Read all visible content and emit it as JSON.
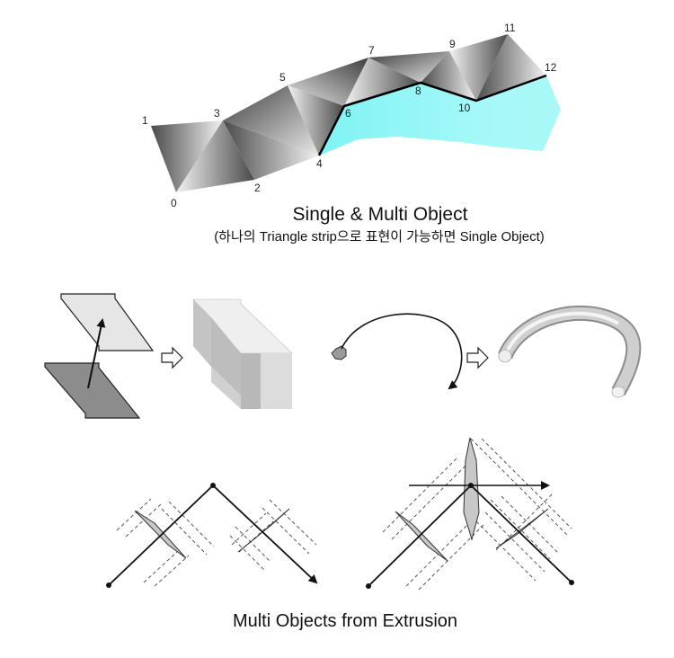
{
  "top_section": {
    "title": "Single & Multi Object",
    "subtitle": "(하나의 Triangle strip으로 표현이 가능하면 Single Object)",
    "vertex_labels": [
      "0",
      "1",
      "2",
      "3",
      "4",
      "5",
      "6",
      "7",
      "8",
      "9",
      "10",
      "11",
      "12"
    ],
    "colors": {
      "gray_dark": "#4a4a4a",
      "gray_light": "#f2f2f2",
      "cyan": "#7ff3f3",
      "cyan_light": "#b8fbfb"
    }
  },
  "bottom_section": {
    "title": "Multi Objects from Extrusion",
    "colors": {
      "plate_light": "#e6e6e6",
      "plate_dark": "#8c8c8c",
      "block_face": "#d9d9d9",
      "tube": "#cfcfcf"
    }
  }
}
